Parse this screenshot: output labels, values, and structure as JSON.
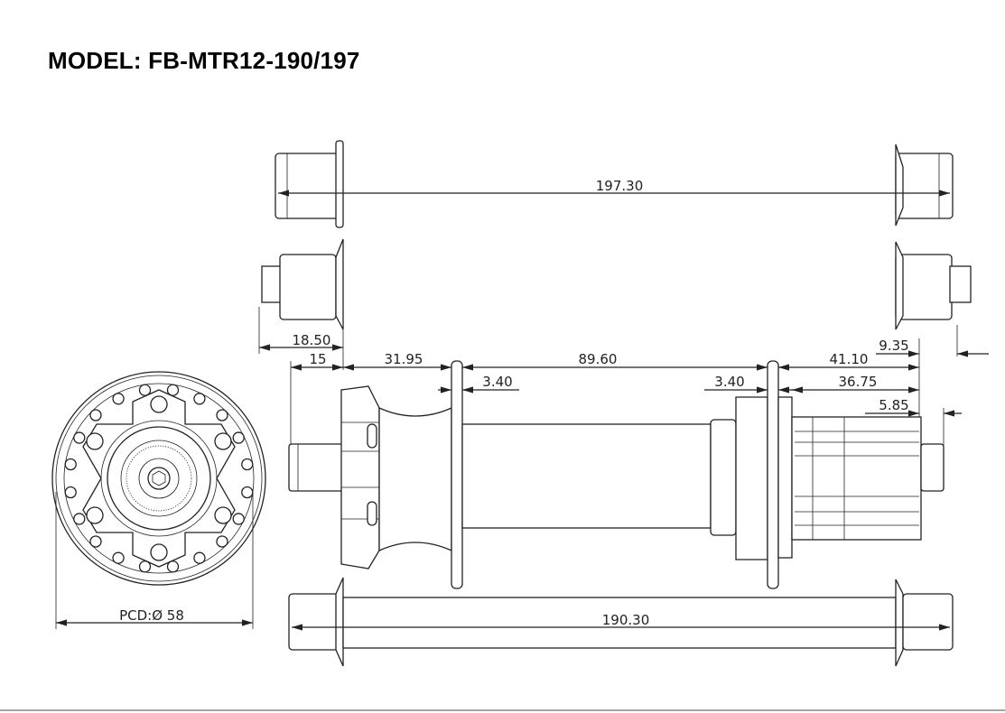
{
  "title": "MODEL:  FB-MTR12-190/197",
  "dimensions": {
    "overall_axle_top": "197.30",
    "adapter_width": "18.50",
    "end_to_left_flange_a": "15",
    "end_to_left_flange_b": "31.95",
    "flange_to_flange": "89.60",
    "left_flange_thickness": "3.40",
    "right_flange_thickness": "3.40",
    "right_flange_to_end": "41.10",
    "freehub_length": "36.75",
    "right_end_cap_top": "9.35",
    "right_end_cap_bottom": "5.85",
    "overall_axle_bottom": "190.30",
    "pcd": "PCD:Ø 58"
  }
}
